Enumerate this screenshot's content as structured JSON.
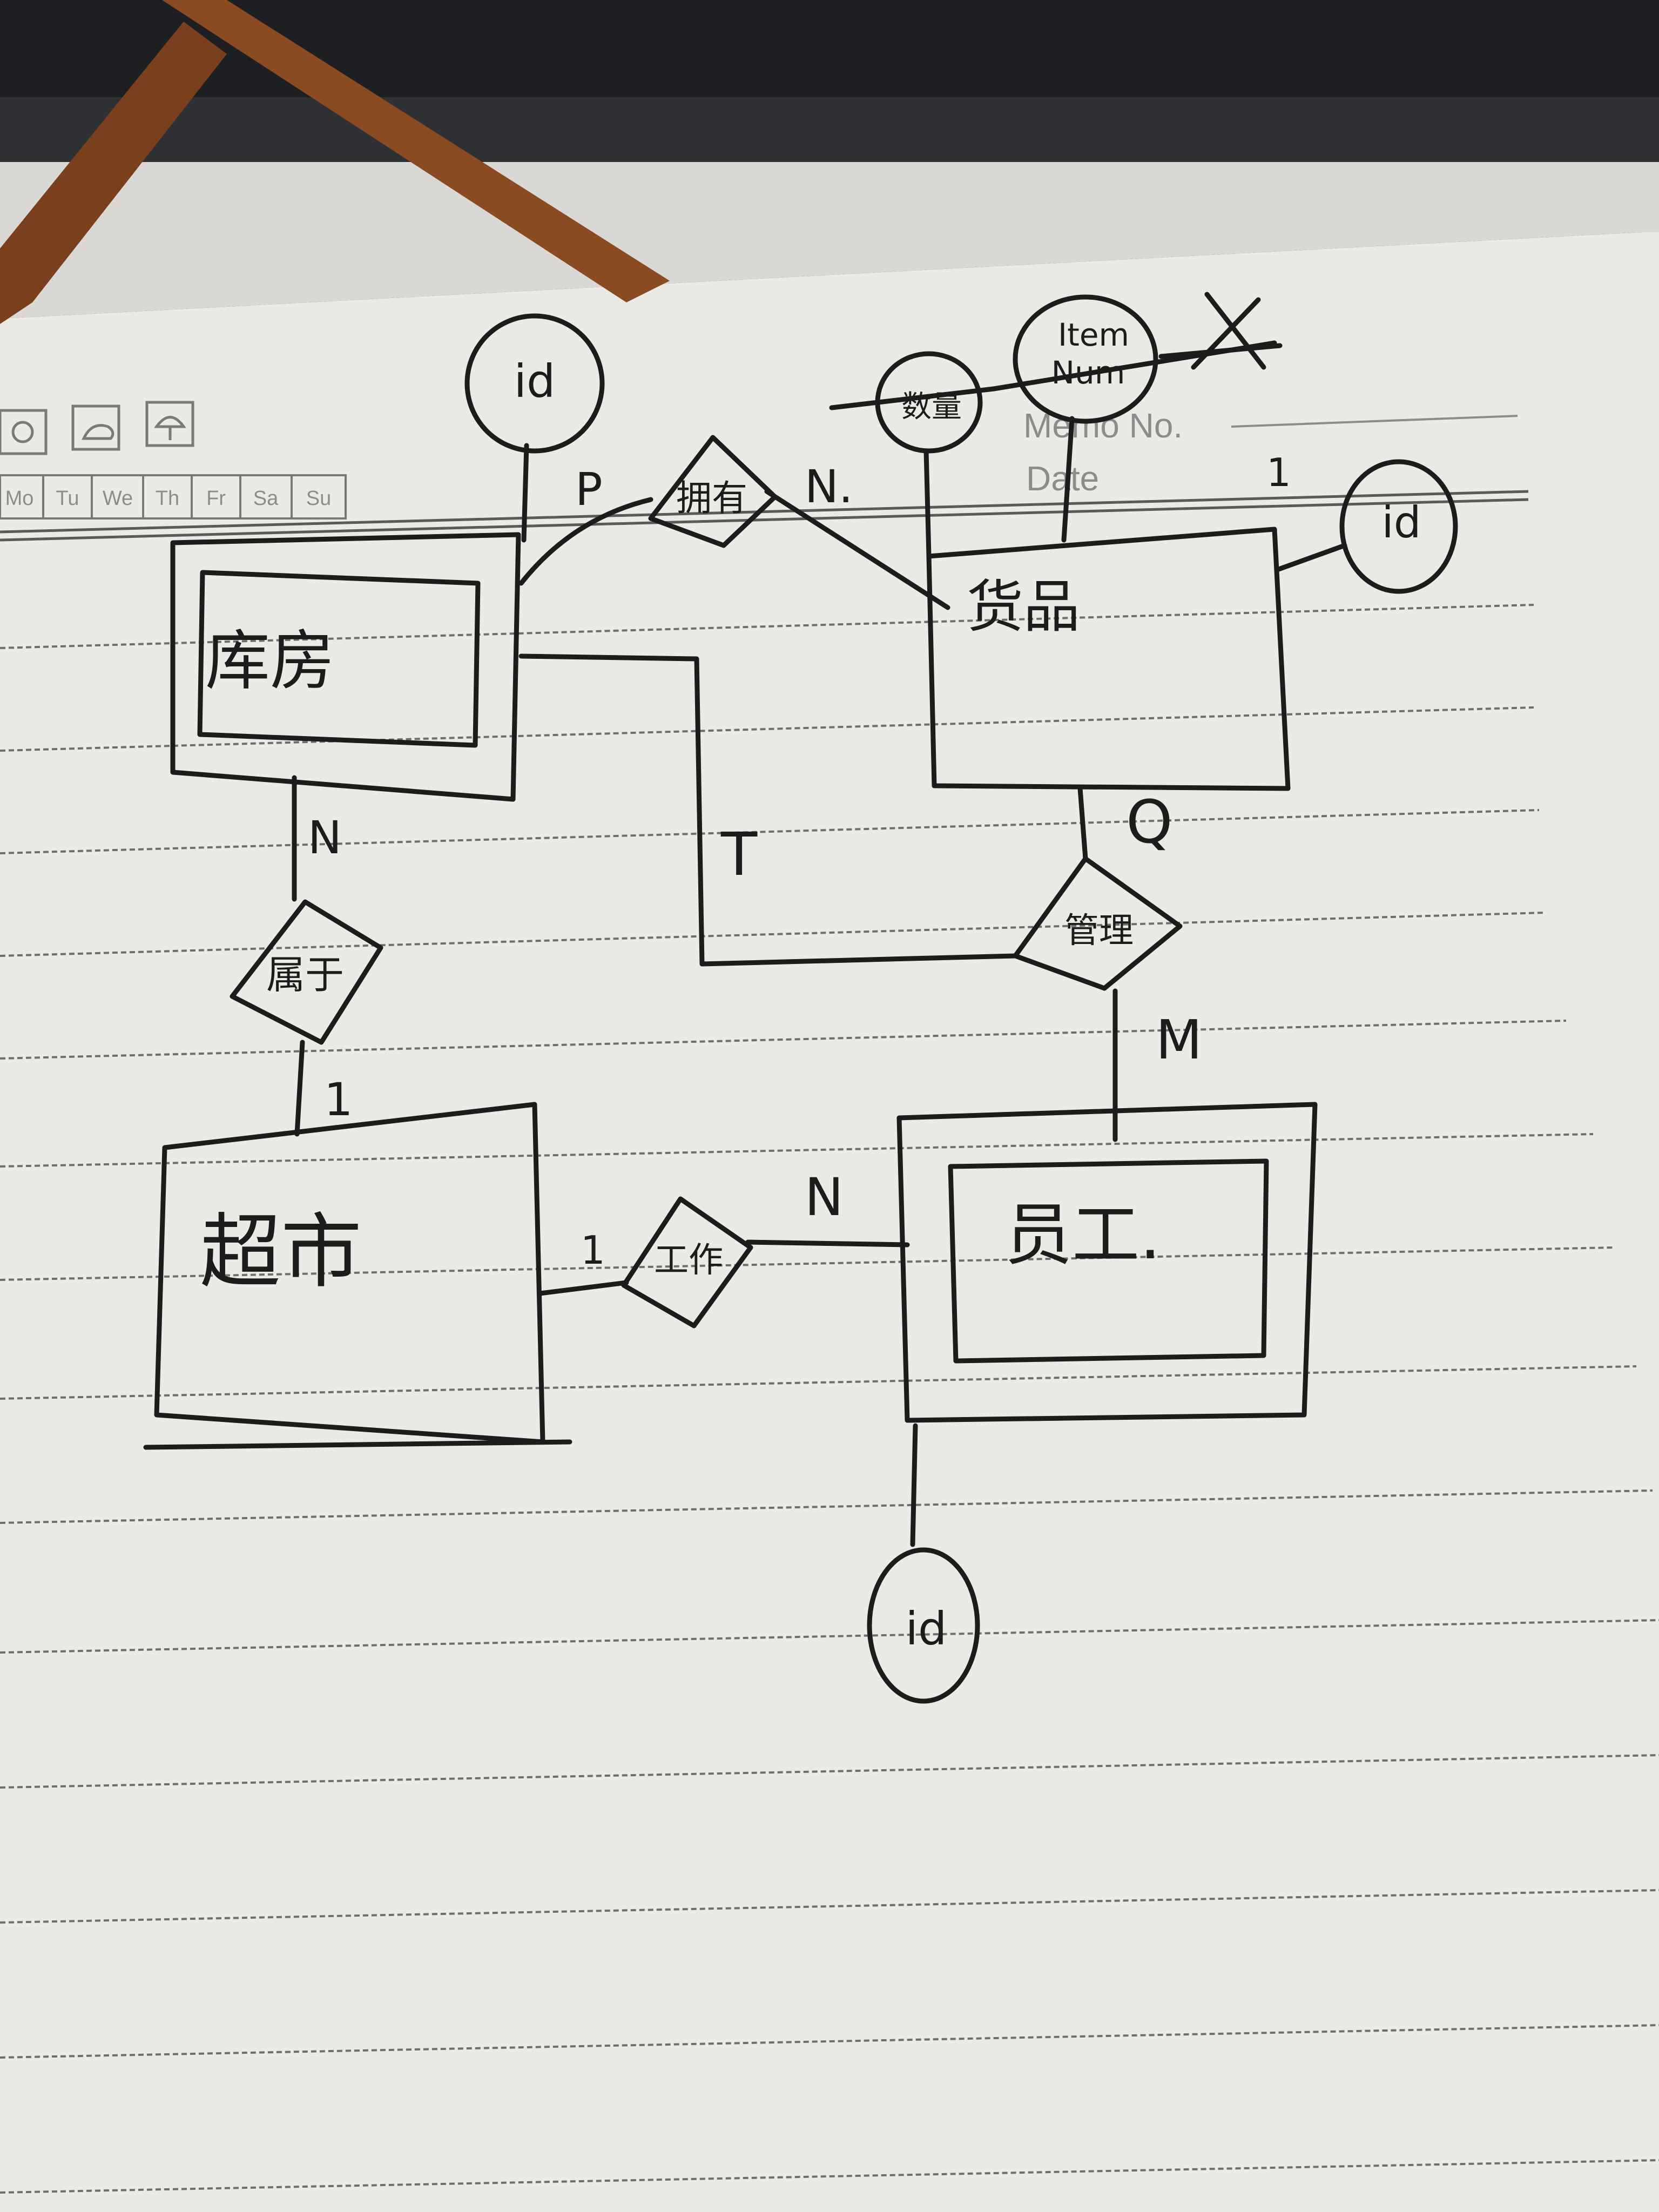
{
  "colors": {
    "desk": "#1e1f22",
    "paper": "#eceae4",
    "ink": "#1c1c1c",
    "rule_line": "#6e6e6e",
    "print_text": "#8c8c8c",
    "ribbon": "#8a4a22"
  },
  "notebook": {
    "memo_label": "Memo No.",
    "date_label": "Date",
    "days": [
      "Mo",
      "Tu",
      "We",
      "Th",
      "Fr",
      "Sa",
      "Su"
    ],
    "weather_icons": [
      "sun-icon",
      "partly-cloudy-icon",
      "umbrella-icon"
    ]
  },
  "diagram": {
    "entities": {
      "warehouse": "库房",
      "goods": "货品",
      "supermarket": "超市",
      "employee": "员工."
    },
    "relationships": {
      "owns": "拥有",
      "belongs": "属于",
      "manages": "管理",
      "works": "工作"
    },
    "attributes": {
      "warehouse_id": "id",
      "goods_quantity": "数量",
      "goods_item_num_line1": "Item",
      "goods_item_num_line2": "Num",
      "goods_id": "id",
      "employee_id": "id"
    },
    "cardinalities": {
      "owns_warehouse": "P",
      "owns_goods": "N.",
      "goods_corner": "1",
      "manage_goods": "Q",
      "manage_employee": "M",
      "manage_warehouse": "T",
      "belongs_warehouse": "N",
      "belongs_supermarket": "1",
      "works_supermarket": "1",
      "works_employee": "N"
    },
    "crossed_mark": "X"
  }
}
